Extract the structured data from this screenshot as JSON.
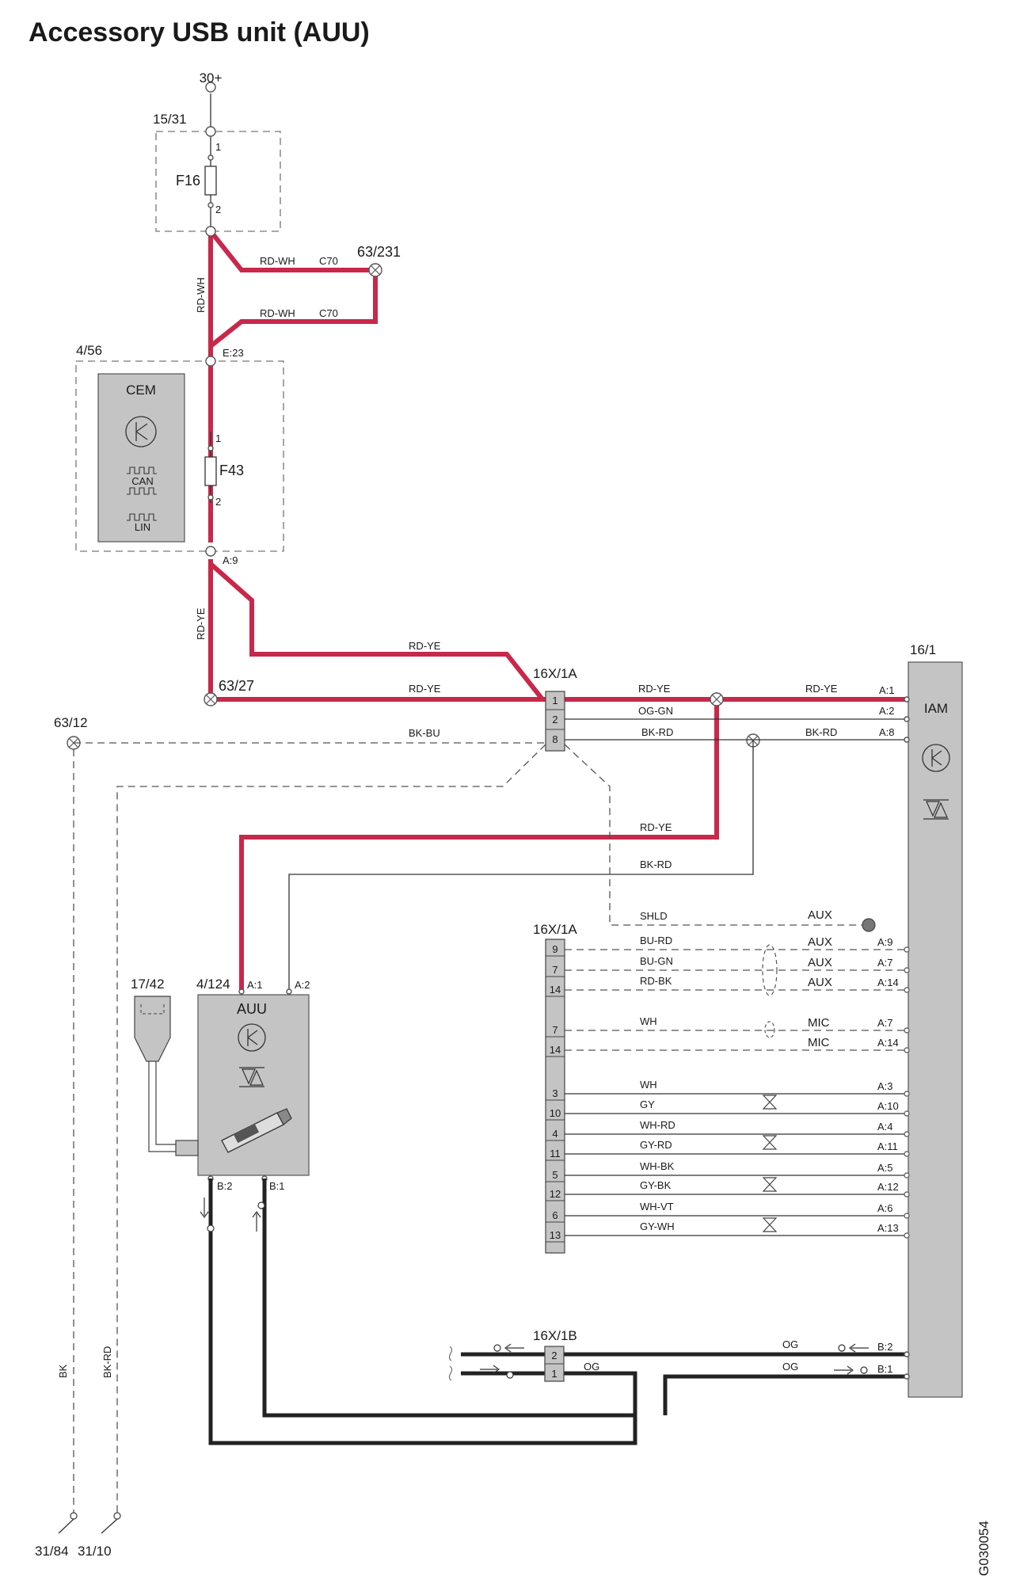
{
  "title": "Accessory USB unit (AUU)",
  "drawing_id": "G030054",
  "labels": {
    "supply": "30+",
    "fuse_box": "15/31",
    "fuse_f16": "F16",
    "f16_pin1": "1",
    "f16_pin2": "2",
    "splice_top": "63/231",
    "cem_box": "4/56",
    "cem": "CEM",
    "can": "CAN",
    "lin": "LIN",
    "cem_e23": "E:23",
    "fuse_f43": "F43",
    "f43_pin1": "1",
    "f43_pin2": "2",
    "cem_a9": "A:9",
    "splice_27": "63/27",
    "splice_12": "63/12",
    "conn_16x1a_top": "16X/1A",
    "conn_16x1a_mid": "16X/1A",
    "conn_16x1b": "16X/1B",
    "iam_ref": "16/1",
    "iam": "IAM",
    "auu_ref": "4/124",
    "auu": "AUU",
    "usb_ref": "17/42",
    "auu_a1": "A:1",
    "auu_a2": "A:2",
    "auu_b2": "B:2",
    "auu_b1": "B:1",
    "ground_1": "31/84",
    "ground_2": "31/10"
  },
  "wires": {
    "rd_wh_1": "RD-WH",
    "c70_1": "C70",
    "rd_wh_2": "RD-WH",
    "c70_2": "C70",
    "rd_wh_v": "RD-WH",
    "rd_ye_v": "RD-YE",
    "rd_ye_upper": "RD-YE",
    "rd_ye_lower": "RD-YE",
    "bk_bu": "BK-BU",
    "rd_ye_iam1": "RD-YE",
    "rd_ye_iam2": "RD-YE",
    "og_gn": "OG-GN",
    "bk_rd_iam1": "BK-RD",
    "bk_rd_iam2": "BK-RD",
    "rd_ye_auu": "RD-YE",
    "bk_rd_auu": "BK-RD",
    "bk_gnd": "BK",
    "bk_rd_gnd": "BK-RD",
    "og_1b": "OG",
    "og_iam_top": "OG",
    "og_iam_bot": "OG"
  },
  "conn_16x1a_top_pins": [
    "1",
    "2",
    "8"
  ],
  "iam_top_pins": [
    "A:1",
    "A:2",
    "A:8"
  ],
  "conn_16x1b_pins": [
    "2",
    "1"
  ],
  "iam_b_pins": [
    "B:2",
    "B:1"
  ],
  "shield": {
    "wire": "SHLD",
    "group": "AUX"
  },
  "pin_rows": [
    {
      "pin": "9",
      "wire": "BU-RD",
      "group": "AUX",
      "iam": "A:9"
    },
    {
      "pin": "7",
      "wire": "BU-GN",
      "group": "AUX",
      "iam": "A:7"
    },
    {
      "pin": "14",
      "wire": "RD-BK",
      "group": "AUX",
      "iam": "A:14"
    },
    {
      "pin": "7",
      "wire": "WH",
      "group": "MIC",
      "iam": "A:7"
    },
    {
      "pin": "14",
      "wire": "",
      "group": "MIC",
      "iam": "A:14"
    },
    {
      "pin": "3",
      "wire": "WH",
      "group": "",
      "iam": "A:3"
    },
    {
      "pin": "10",
      "wire": "GY",
      "group": "",
      "iam": "A:10"
    },
    {
      "pin": "4",
      "wire": "WH-RD",
      "group": "",
      "iam": "A:4"
    },
    {
      "pin": "11",
      "wire": "GY-RD",
      "group": "",
      "iam": "A:11"
    },
    {
      "pin": "5",
      "wire": "WH-BK",
      "group": "",
      "iam": "A:5"
    },
    {
      "pin": "12",
      "wire": "GY-BK",
      "group": "",
      "iam": "A:12"
    },
    {
      "pin": "6",
      "wire": "WH-VT",
      "group": "",
      "iam": "A:6"
    },
    {
      "pin": "13",
      "wire": "GY-WH",
      "group": "",
      "iam": "A:13"
    }
  ],
  "colors": {
    "power_wire": "#c8284a",
    "signal_wire": "#333333",
    "module_fill": "#c4c4c4"
  }
}
